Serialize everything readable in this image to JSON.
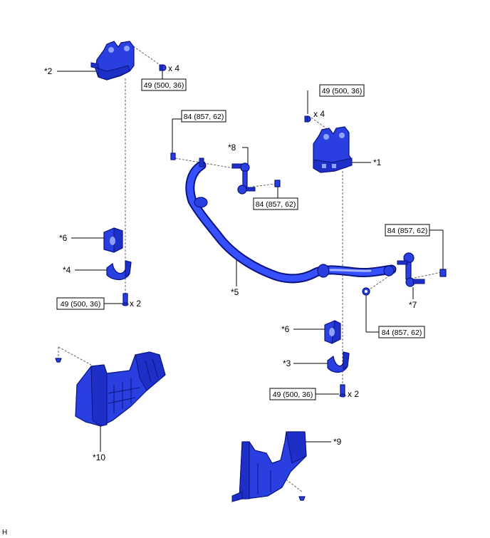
{
  "callouts": {
    "c1": "*1",
    "c2": "*2",
    "c3": "*3",
    "c4": "*4",
    "c5": "*5",
    "c6a": "*6",
    "c6b": "*6",
    "c7": "*7",
    "c8": "*8",
    "c9": "*9",
    "c10": "*10"
  },
  "torque": {
    "t_bracket_left": "49 (500, 36)",
    "t_bracket_right": "49 (500, 36)",
    "t_clamp_left": "49 (500, 36)",
    "t_clamp_right": "49 (500, 36)",
    "t_link_left_top": "84 (857, 62)",
    "t_link_left_bottom": "84 (857, 62)",
    "t_link_right_top": "84 (857, 62)",
    "t_link_right_bottom": "84 (857, 62)"
  },
  "quantities": {
    "q_bracket_left": "x 4",
    "q_bracket_right": "x 4",
    "q_clamp_left": "x 2",
    "q_clamp_right": "x 2"
  },
  "corner_mark": "H"
}
